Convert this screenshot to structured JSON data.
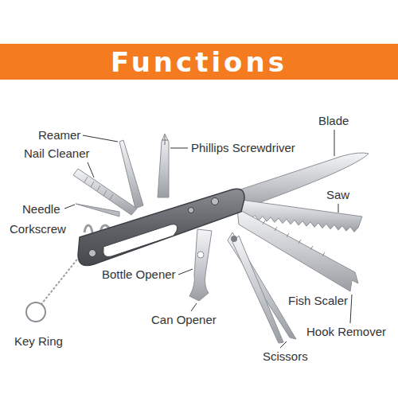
{
  "diagram": {
    "title": "Functions",
    "labels": [
      "Blade",
      "Reamer",
      "Phillips Screwdriver",
      "Nail Cleaner",
      "Saw",
      "Needle",
      "Corkscrew",
      "Bottle Opener",
      "Fish Scaler",
      "Can Opener",
      "Hook Remover",
      "Key Ring",
      "Scissors"
    ]
  }
}
